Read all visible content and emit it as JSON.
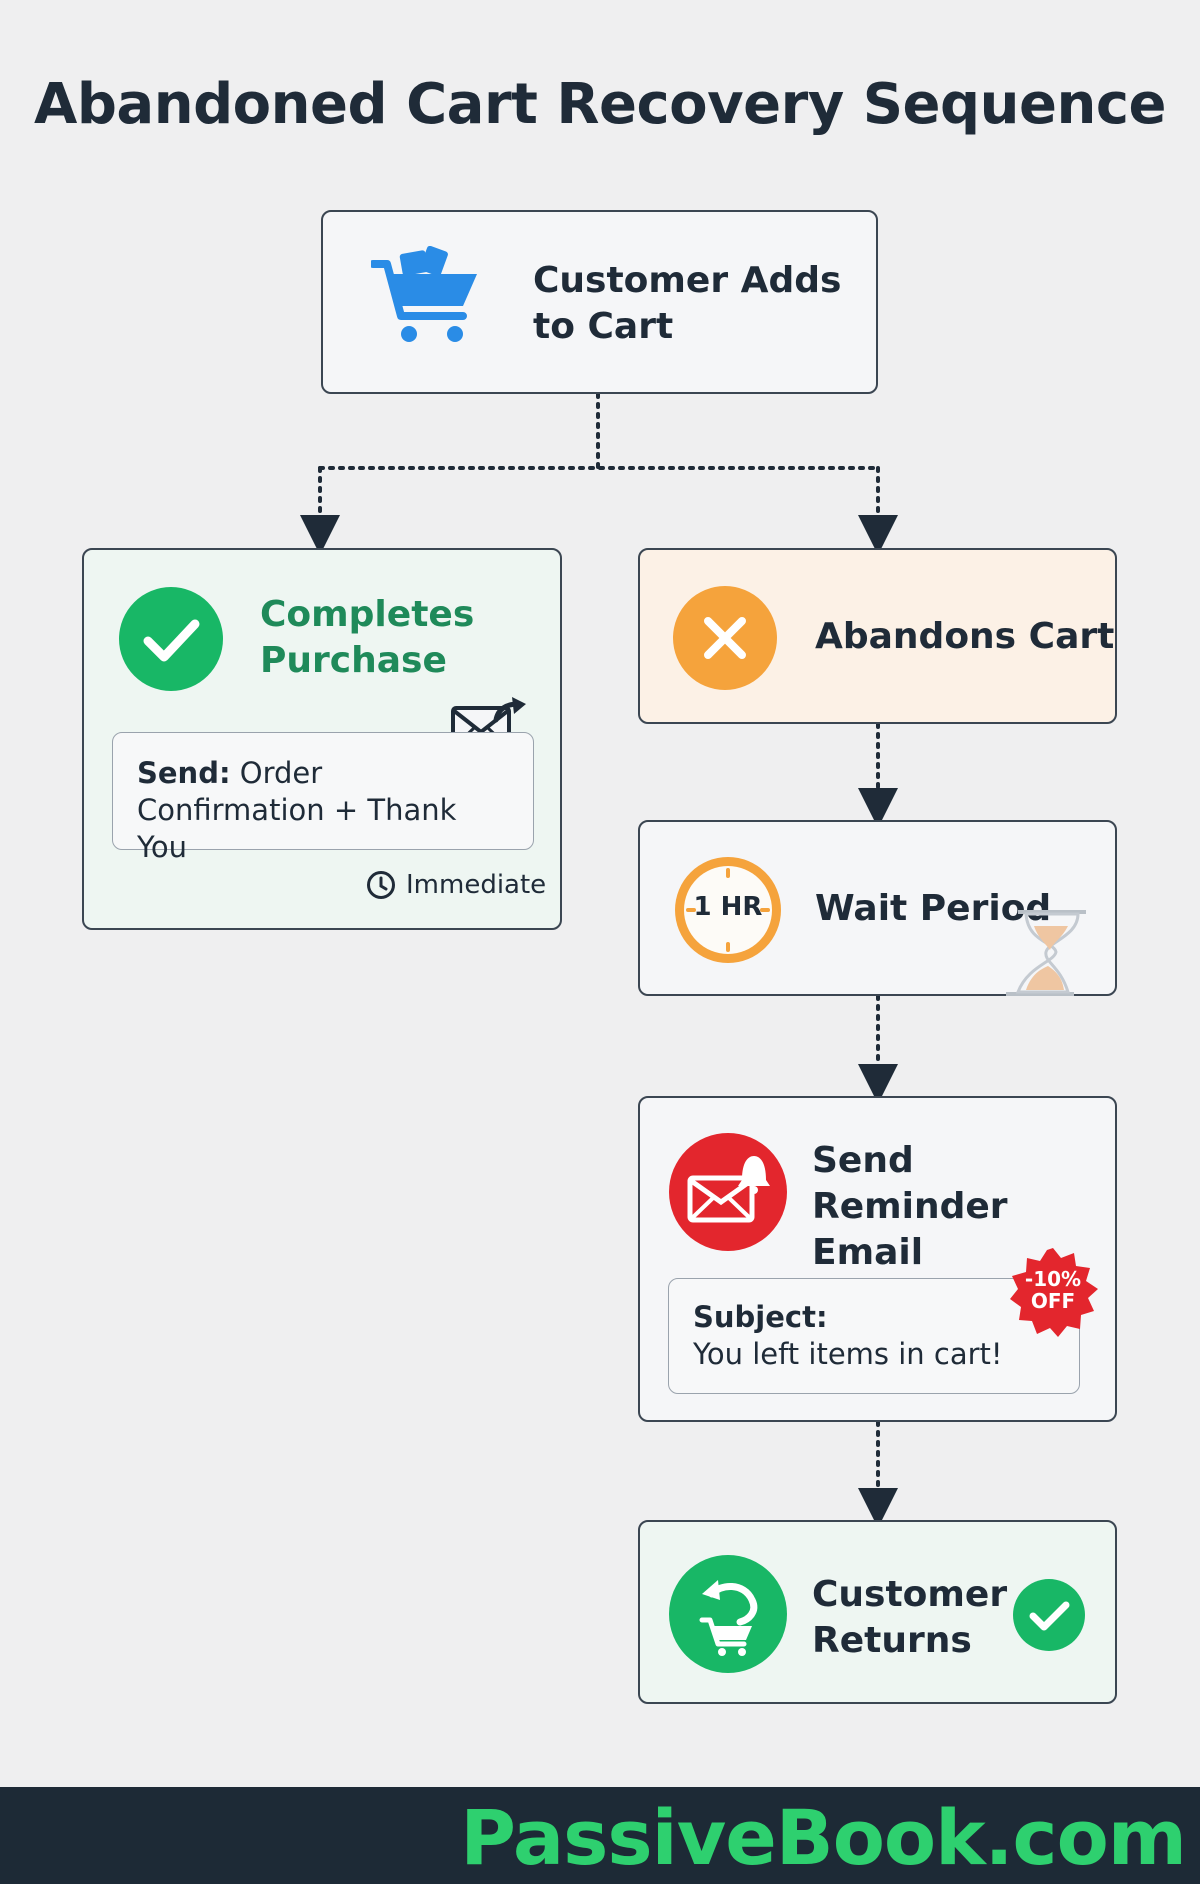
{
  "title": "Abandoned Cart Recovery Sequence",
  "nodes": {
    "start": {
      "label_line1": "Customer Adds",
      "label_line2": "to Cart",
      "icon": "shopping-cart-icon"
    },
    "purchase": {
      "label_line1": "Completes",
      "label_line2": "Purchase",
      "icon": "check-circle-icon",
      "send_label": "Send:",
      "send_text": "Order Confirmation + Thank You",
      "timing": "Immediate"
    },
    "abandon": {
      "label": "Abandons Cart",
      "icon": "x-circle-icon"
    },
    "wait": {
      "label": "Wait Period",
      "timer_text": "1 HR",
      "icon": "hourglass-icon"
    },
    "reminder": {
      "label_line1": "Send Reminder",
      "label_line2": "Email",
      "icon": "mail-bell-icon",
      "subject_label": "Subject:",
      "subject_text": "You left items in cart!",
      "badge_line1": "-10%",
      "badge_line2": "OFF"
    },
    "returns": {
      "label_line1": "Customer",
      "label_line2": "Returns",
      "icon": "return-cart-icon"
    }
  },
  "colors": {
    "blue": "#2a8ce6",
    "green": "#18b766",
    "green_text": "#1f8a5a",
    "orange": "#f5a33c",
    "red": "#e3262d",
    "dark": "#1f2b38"
  },
  "footer": {
    "brand": "PassiveBook.com"
  }
}
